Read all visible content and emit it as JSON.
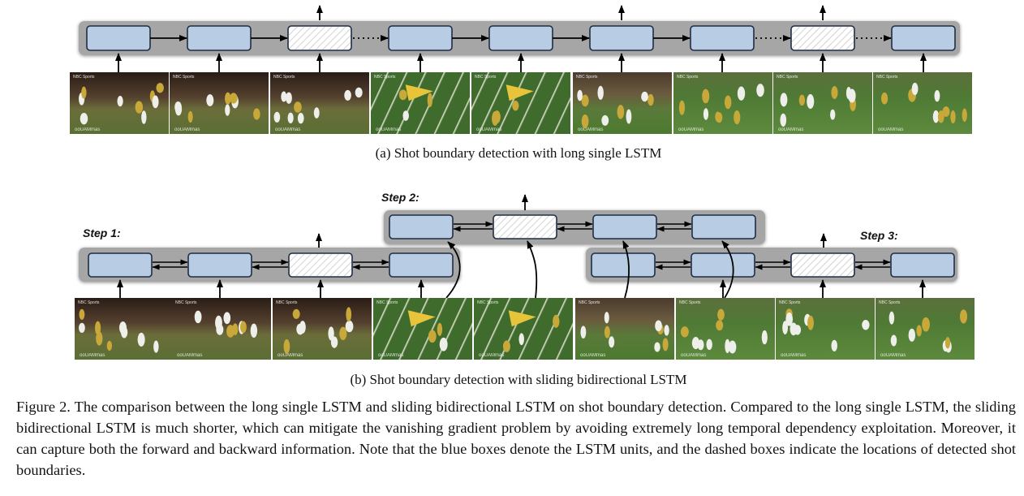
{
  "caption_a": "(a)  Shot boundary detection with long single LSTM",
  "caption_b": "(b)  Shot boundary detection with sliding bidirectional LSTM",
  "steps": {
    "step1": "Step 1:",
    "step2": "Step 2:",
    "step3": "Step 3:"
  },
  "frame_overlay": {
    "network": "NBC Sports",
    "ticker": "ooUAMmas"
  },
  "figure_caption": "Figure 2. The comparison between the long single LSTM and sliding bidirectional LSTM on shot boundary detection.  Compared to the long single LSTM, the sliding bidirectional LSTM is much shorter, which can mitigate the vanishing gradient problem by avoiding extremely long temporal dependency exploitation. Moreover, it can capture both the forward and backward information. Note that the blue boxes denote the LSTM units, and the dashed boxes indicate the locations of detected shot boundaries.",
  "colors": {
    "lstm_unit": "#b8cce4",
    "pipeline_bar": "#a6a6a6",
    "field_green": "#4f7a35",
    "crowd": "#3b3b2e"
  },
  "legend": {
    "blue_box": "LSTM unit",
    "dashed_box": "detected shot boundary"
  },
  "diagram_a": {
    "units": [
      "lstm",
      "lstm",
      "boundary",
      "lstm",
      "lstm",
      "lstm",
      "lstm",
      "boundary",
      "lstm"
    ],
    "frames": [
      "crowd-night",
      "crowd-night",
      "crowd-night",
      "field-graphic",
      "field-graphic",
      "crowd-day",
      "field-day",
      "field-day",
      "field-day"
    ]
  },
  "diagram_b": {
    "step1_units": [
      "lstm",
      "lstm",
      "boundary",
      "lstm"
    ],
    "step2_units": [
      "lstm",
      "boundary",
      "lstm",
      "lstm"
    ],
    "step3_units": [
      "lstm",
      "lstm",
      "boundary",
      "lstm"
    ],
    "frames": [
      "crowd-night",
      "crowd-night",
      "crowd-night",
      "field-graphic",
      "field-graphic",
      "crowd-day",
      "field-day",
      "field-day",
      "field-day"
    ]
  }
}
